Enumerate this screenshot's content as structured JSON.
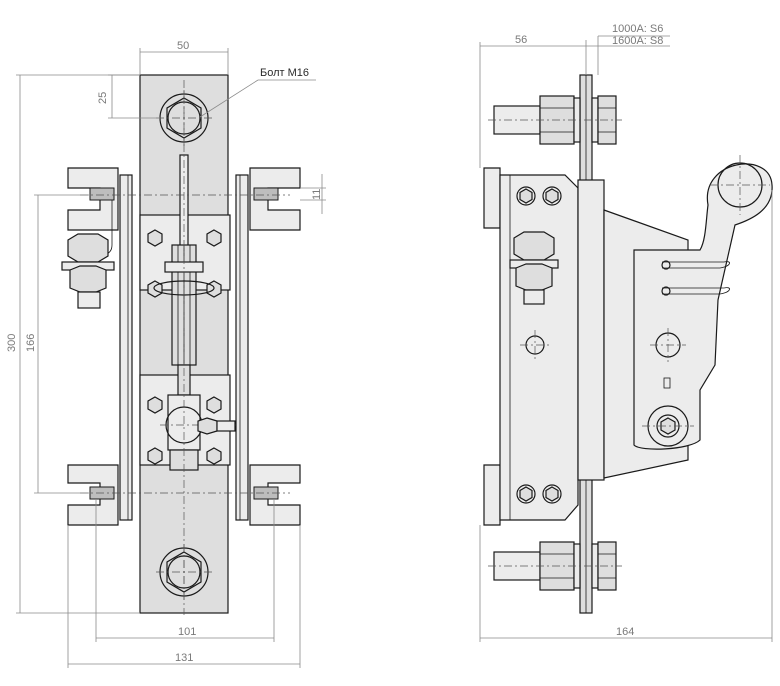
{
  "annotations": {
    "bolt_label": "Болт М16",
    "variant_1000": "1000А: S6",
    "variant_1600": "1600А: S8"
  },
  "dimensions": {
    "top_width": "50",
    "top_offset": "25",
    "right_gap": "11",
    "total_height": "300",
    "mid_height": "166",
    "inner_width": "101",
    "outer_width": "131",
    "side_offset": "56",
    "side_width": "164"
  }
}
